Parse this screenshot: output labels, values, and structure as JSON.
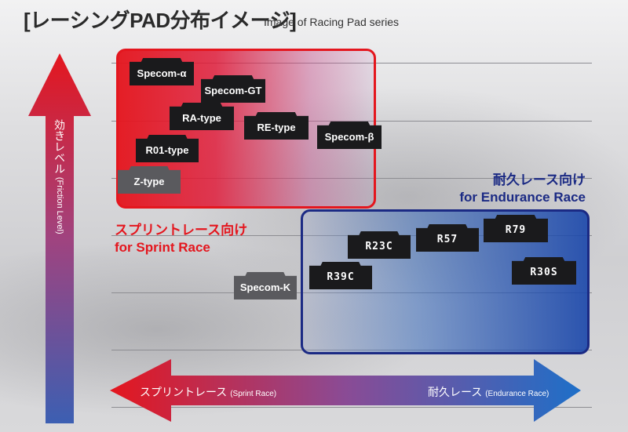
{
  "title": {
    "jp": "[レーシングPAD分布イメージ]",
    "en": "Image of Racing Pad series"
  },
  "axes": {
    "y_label_jp": "効きレベル",
    "y_label_en": "(Friction Level)",
    "x_left_jp": "スプリントレース",
    "x_left_en": "(Sprint Race)",
    "x_right_jp": "耐久レース",
    "x_right_en": "(Endurance Race)"
  },
  "groups": {
    "sprint": {
      "jp": "スプリントレース向け",
      "en": "for Sprint Race",
      "color": "#e4161e"
    },
    "endurance": {
      "jp": "耐久レース向け",
      "en": "for Endurance Race",
      "color": "#1b2a84"
    }
  },
  "pads": {
    "specom_alpha": "Specom-α",
    "specom_gt": "Specom-GT",
    "ra_type": "RA-type",
    "re_type": "RE-type",
    "specom_beta": "Specom-β",
    "r01_type": "R01-type",
    "z_type": "Z-type",
    "specom_k": "Specom-K",
    "r23c": "R23C",
    "r57": "R57",
    "r79": "R79",
    "r39c": "R39C",
    "r30s": "R30S"
  },
  "colors": {
    "sprint": "#e4161e",
    "endurance": "#1b2a84",
    "pad": "#1a1a1c",
    "pad_gray": "#5a5a5e"
  }
}
